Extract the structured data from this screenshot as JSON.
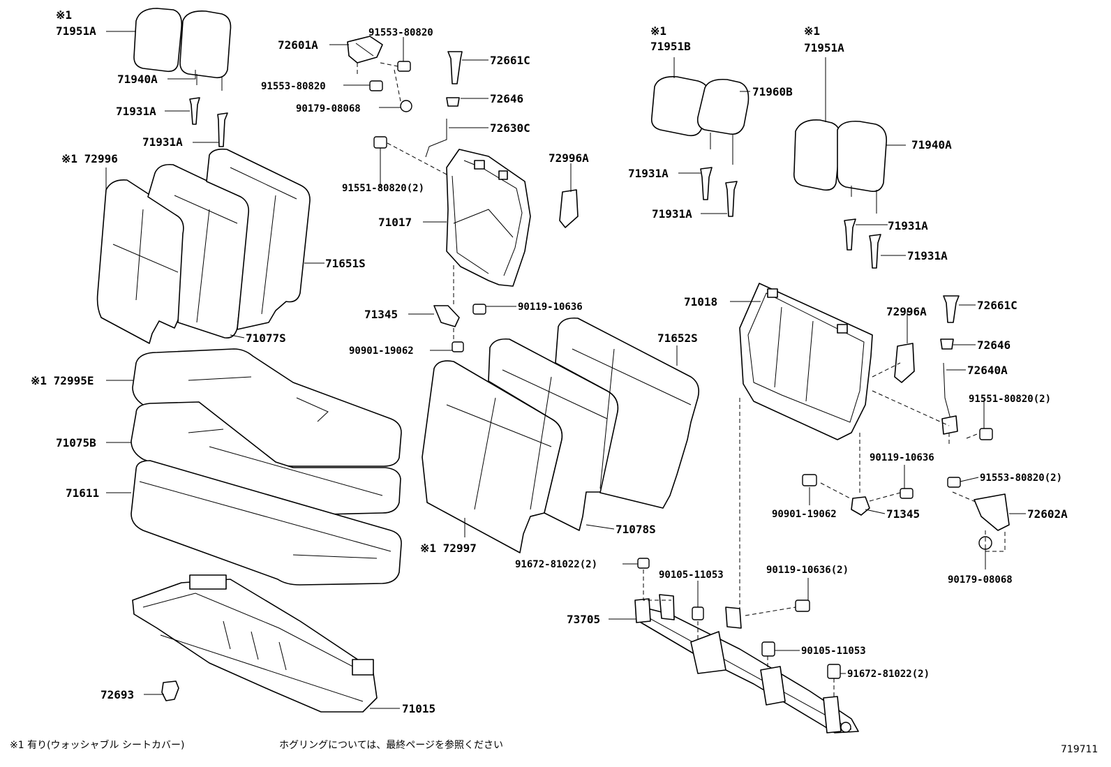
{
  "labels": {
    "ref_71951A_left": "※1",
    "p71951A_left": "71951A",
    "p71940A_left": "71940A",
    "p71931A_l1": "71931A",
    "p71931A_l2": "71931A",
    "ref_72996": "※1 72996",
    "p71651S": "71651S",
    "p71077S": "71077S",
    "ref_72995E": "※1 72995E",
    "p71075B": "71075B",
    "p71611": "71611",
    "p72693": "72693",
    "p71015": "71015",
    "p72601A": "72601A",
    "p91553_a": "91553-80820",
    "p91553_b": "91553-80820",
    "p90179_a": "90179-08068",
    "p72661C_a": "72661C",
    "p72646_a": "72646",
    "p72630C": "72630C",
    "p91551_a": "91551-80820(2)",
    "p72996A_a": "72996A",
    "p71017": "71017",
    "p71345_a": "71345",
    "p90119_a": "90119-10636",
    "p90901_a": "90901-19062",
    "ref_71951B": "※1",
    "p71951B": "71951B",
    "p71960B": "71960B",
    "ref_71951A_right": "※1",
    "p71951A_right": "71951A",
    "p71940A_right": "71940A",
    "p71931A_m1": "71931A",
    "p71931A_m2": "71931A",
    "p71931A_r1": "71931A",
    "p71931A_r2": "71931A",
    "p71652S": "71652S",
    "p71018": "71018",
    "p72996A_b": "72996A",
    "p72661C_b": "72661C",
    "p72646_b": "72646",
    "p72640A": "72640A",
    "p91551_b": "91551-80820(2)",
    "p90119_b": "90119-10636",
    "p91553_c": "91553-80820(2)",
    "p90901_b": "90901-19062",
    "p71345_b": "71345",
    "p72602A": "72602A",
    "p90179_b": "90179-08068",
    "p71078S": "71078S",
    "ref_72997": "※1 72997",
    "p91672_a": "91672-81022(2)",
    "p90105_a": "90105-11053",
    "p90119_c": "90119-10636(2)",
    "p73705": "73705",
    "p90105_b": "90105-11053",
    "p91672_b": "91672-81022(2)"
  },
  "footer": {
    "note_left": "※1 有り(ウォッシャブル シートカバー)",
    "note_center": "ホグリングについては、最終ページを参照ください",
    "figure_number": "719711"
  }
}
